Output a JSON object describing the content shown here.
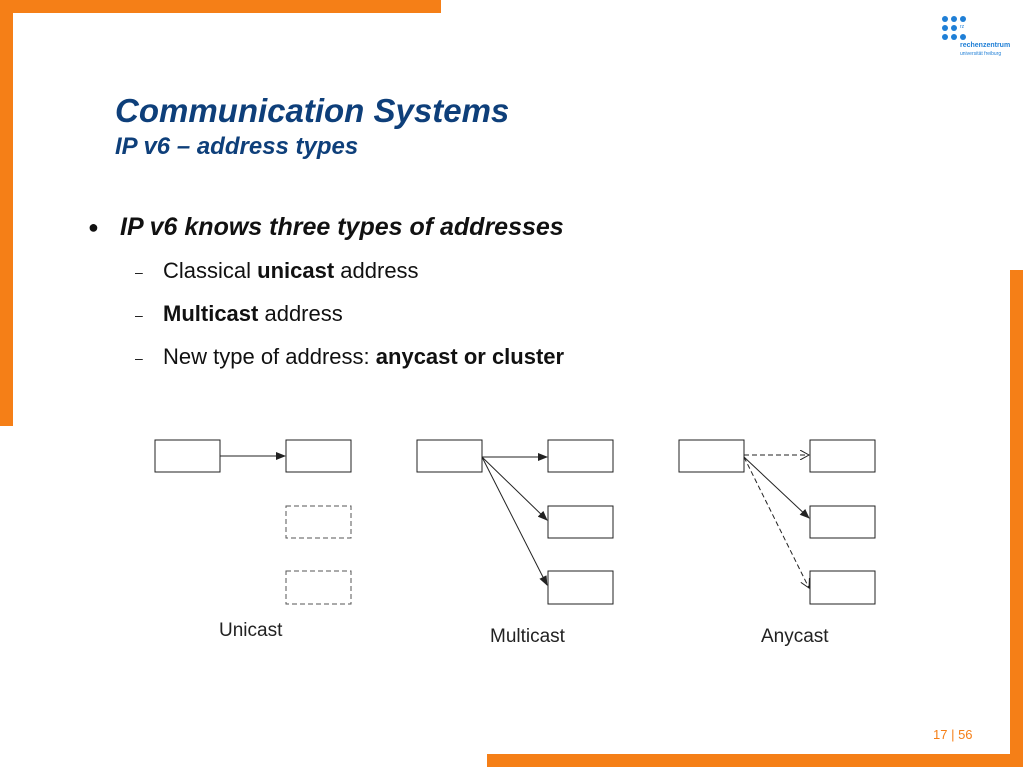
{
  "slide": {
    "title": "Communication Systems",
    "subtitle": "IP v6 – address types",
    "main_bullet": "IP v6 knows three types of addresses",
    "sub_bullets": [
      {
        "pre": "Classical ",
        "bold": "unicast",
        "post": " address"
      },
      {
        "pre": "",
        "bold": "Multicast",
        "post": " address"
      },
      {
        "pre": "New type of address: ",
        "bold": "anycast or cluster",
        "post": ""
      }
    ],
    "page": {
      "current": "17",
      "separator": " | ",
      "total": "56"
    }
  },
  "logo": {
    "rz": "rz",
    "line1": "rechenzentrum",
    "line2": "universität freiburg"
  },
  "diagram": {
    "labels": {
      "unicast": "Unicast",
      "multicast": "Multicast",
      "anycast": "Anycast"
    }
  },
  "colors": {
    "accent": "#f57f17",
    "title": "#0e3f7a",
    "logo": "#1f7fd6"
  },
  "icons": {
    "bullet": "bullet-dot-icon",
    "dash": "dash-icon",
    "logo": "rz-logo-icon"
  }
}
